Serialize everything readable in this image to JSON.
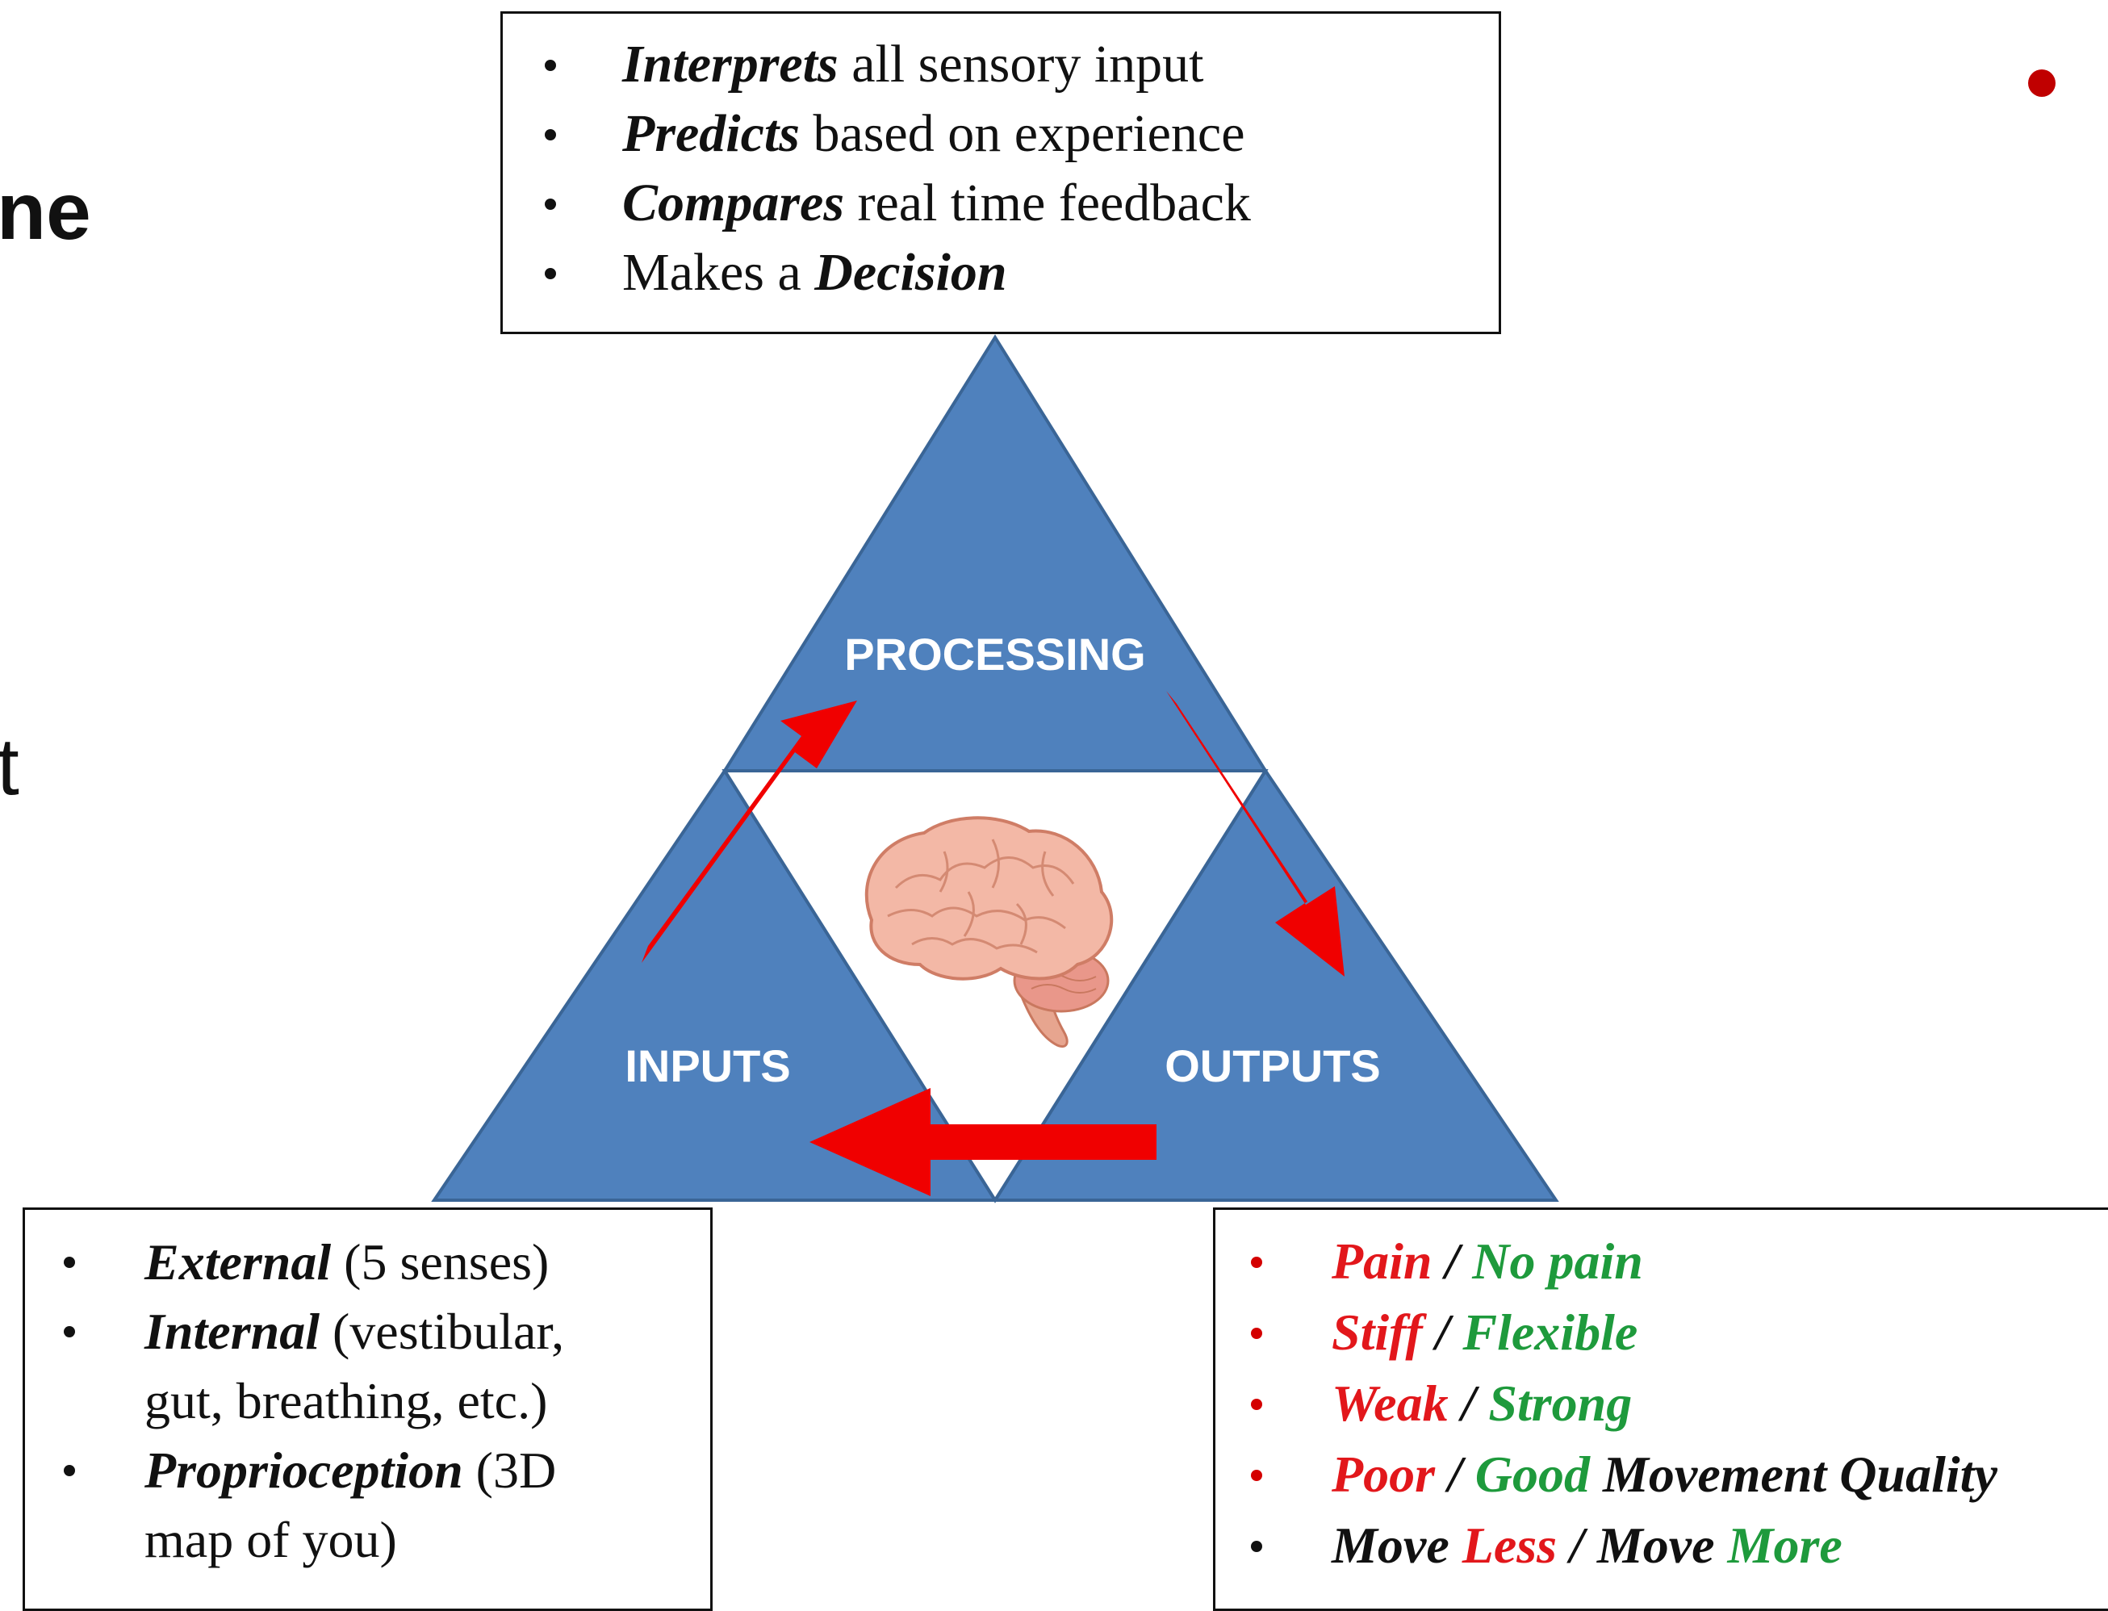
{
  "slide_fragments": {
    "left_top": "ne",
    "left_middle": "t"
  },
  "processing_box": {
    "items": [
      {
        "em": "Interprets",
        "rest": " all sensory input"
      },
      {
        "em": "Predicts",
        "rest": " based on experience"
      },
      {
        "em": "Compares",
        "rest": " real time feedback"
      },
      {
        "pre": "Makes a ",
        "em": "Decision"
      }
    ]
  },
  "triangle_labels": {
    "processing": "PROCESSING",
    "inputs": "INPUTS",
    "outputs": "OUTPUTS"
  },
  "inputs_box": {
    "items": [
      {
        "em": "External",
        "rest": " (5 senses)"
      },
      {
        "em": "Internal",
        "rest": " (vestibular,"
      },
      {
        "cont": "gut, breathing, etc.)"
      },
      {
        "em": "Proprioception",
        "rest": " (3D"
      },
      {
        "cont": "map of you)"
      }
    ]
  },
  "outputs_box": {
    "items": [
      {
        "neg": "Pain",
        "sep": " / ",
        "pos": "No pain"
      },
      {
        "neg": "Stiff",
        "sep": " / ",
        "pos": "Flexible"
      },
      {
        "neg": "Weak",
        "sep": " / ",
        "pos": "Strong"
      },
      {
        "neg": "Poor",
        "sep": " / ",
        "pos": "Good",
        "tail": " Movement Quality"
      },
      {
        "a": "Move ",
        "neg": "Less",
        "sep": " / Move ",
        "pos": "More"
      }
    ]
  },
  "colors": {
    "triangle_fill": "#4f81bd",
    "triangle_stroke": "#3a6596",
    "arrow": "#f00000",
    "negative_text": "#e2171b",
    "positive_text": "#1e9a3c",
    "slide_bullet": "#c00000"
  },
  "icons": {
    "center_image": "brain-illustration",
    "arrows": [
      "arrow-up-right",
      "arrow-down-right",
      "arrow-left"
    ]
  }
}
